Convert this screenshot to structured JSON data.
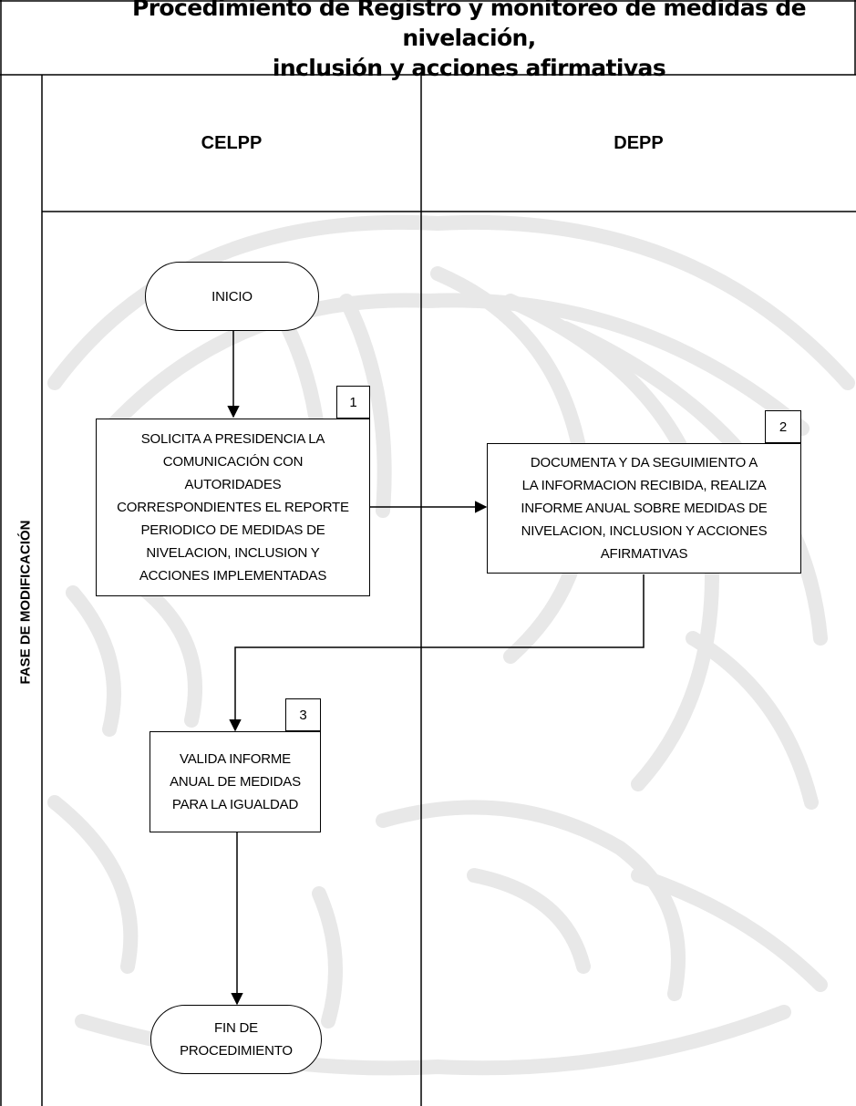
{
  "title": "Procedimiento de Registro y monitoreo de medidas de nivelación,\ninclusión y acciones afirmativas",
  "side_label": "FASE DE MODIFICACIÓN",
  "lanes": [
    {
      "label": "CELPP"
    },
    {
      "label": "DEPP"
    }
  ],
  "nodes": {
    "start": {
      "text": "INICIO"
    },
    "step1": {
      "number": "1",
      "text": "SOLICITA A PRESIDENCIA LA\nCOMUNICACIÓN CON\nAUTORIDADES\nCORRESPONDIENTES EL REPORTE\nPERIODICO DE MEDIDAS DE\nNIVELACION, INCLUSION Y\nACCIONES IMPLEMENTADAS"
    },
    "step2": {
      "number": "2",
      "text": "DOCUMENTA Y DA SEGUIMIENTO A\nLA INFORMACION RECIBIDA, REALIZA\nINFORME ANUAL SOBRE MEDIDAS DE\nNIVELACION, INCLUSION Y ACCIONES\nAFIRMATIVAS"
    },
    "step3": {
      "number": "3",
      "text": "VALIDA INFORME\nANUAL DE MEDIDAS\nPARA LA IGUALDAD"
    },
    "end": {
      "text": "FIN DE\nPROCEDIMIENTO"
    }
  },
  "colors": {
    "line": "#000000",
    "watermark": "#e6e6e6",
    "background": "#ffffff"
  }
}
